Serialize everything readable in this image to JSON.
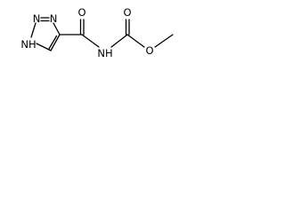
{
  "structure": {
    "atoms": {
      "n_top_left": "N",
      "n_top_right": "N",
      "nh_ring": "NH",
      "carbonyl_o_1": "O",
      "amide_nh": "NH",
      "carbonyl_o_2": "O",
      "ester_o": "O"
    }
  }
}
